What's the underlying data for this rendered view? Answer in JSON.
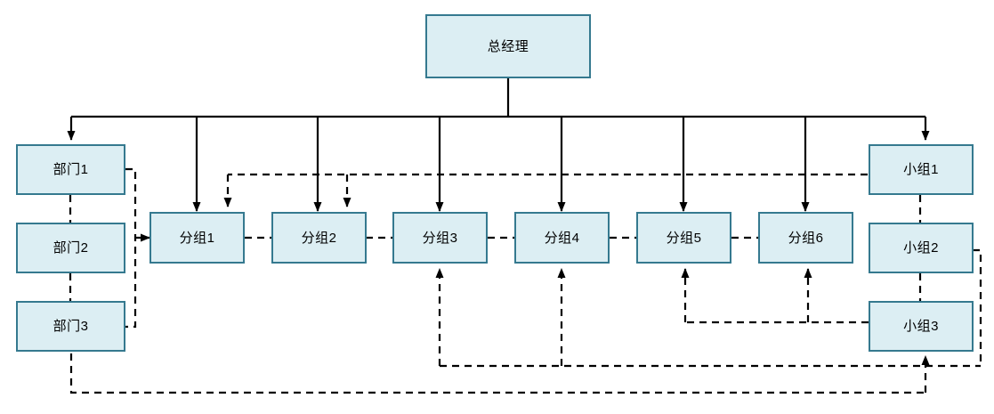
{
  "diagram": {
    "type": "organization-chart",
    "title_node": {
      "id": "gm",
      "label": "总经理"
    },
    "colors": {
      "node_fill": "#dceef3",
      "node_border": "#35798f",
      "connector_solid": "#000000",
      "connector_dashed": "#000000",
      "background": "#ffffff"
    },
    "columns": {
      "left": {
        "name": "departments",
        "nodes": [
          {
            "id": "dept1",
            "label": "部门1"
          },
          {
            "id": "dept2",
            "label": "部门2"
          },
          {
            "id": "dept3",
            "label": "部门3"
          }
        ]
      },
      "center": {
        "name": "groups",
        "nodes": [
          {
            "id": "grp1",
            "label": "分组1"
          },
          {
            "id": "grp2",
            "label": "分组2"
          },
          {
            "id": "grp3",
            "label": "分组3"
          },
          {
            "id": "grp4",
            "label": "分组4"
          },
          {
            "id": "grp5",
            "label": "分组5"
          },
          {
            "id": "grp6",
            "label": "分组6"
          }
        ]
      },
      "right": {
        "name": "teams",
        "nodes": [
          {
            "id": "team1",
            "label": "小组1"
          },
          {
            "id": "team2",
            "label": "小组2"
          },
          {
            "id": "team3",
            "label": "小组3"
          }
        ]
      }
    },
    "connectors": {
      "solid_count": 8,
      "dashed_style": "8 6",
      "notes": [
        "总经理 fans out via a solid horizontal bus to 部门1, 分组1-6 and 小组1",
        "部门1-部门2-部门3 chained by dashed links; bracket feeds 分组1",
        "分组1..分组6 chained left-to-right by dashed links",
        "小组1-小组2-小组3 chained by dashed links",
        "dashed bus above 分组 row runs from 小组1 to 分组1 and 分组2",
        "dashed bus below 分组 row links 小组3 to 分组5 and 分组6",
        "lower dashed bus links 分组3 and 分组4 to 小组3 side",
        "bottom dashed bus links 部门3 to 小组3"
      ]
    }
  }
}
